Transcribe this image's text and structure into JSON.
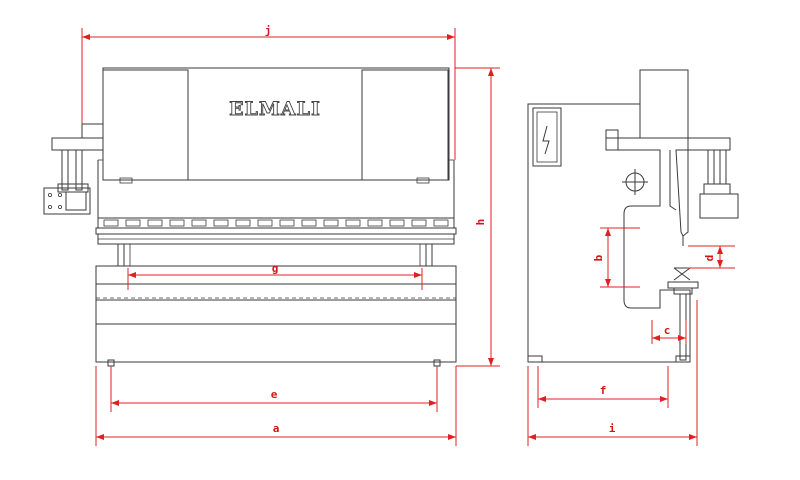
{
  "brand": "ELMALI",
  "dimensions": {
    "a": "a",
    "b": "b",
    "c": "c",
    "d": "d",
    "e": "e",
    "f": "f",
    "g": "g",
    "h": "h",
    "i": "i",
    "j": "j"
  },
  "colors": {
    "outline": "#3a3a3a",
    "dimension": "#e02020"
  }
}
